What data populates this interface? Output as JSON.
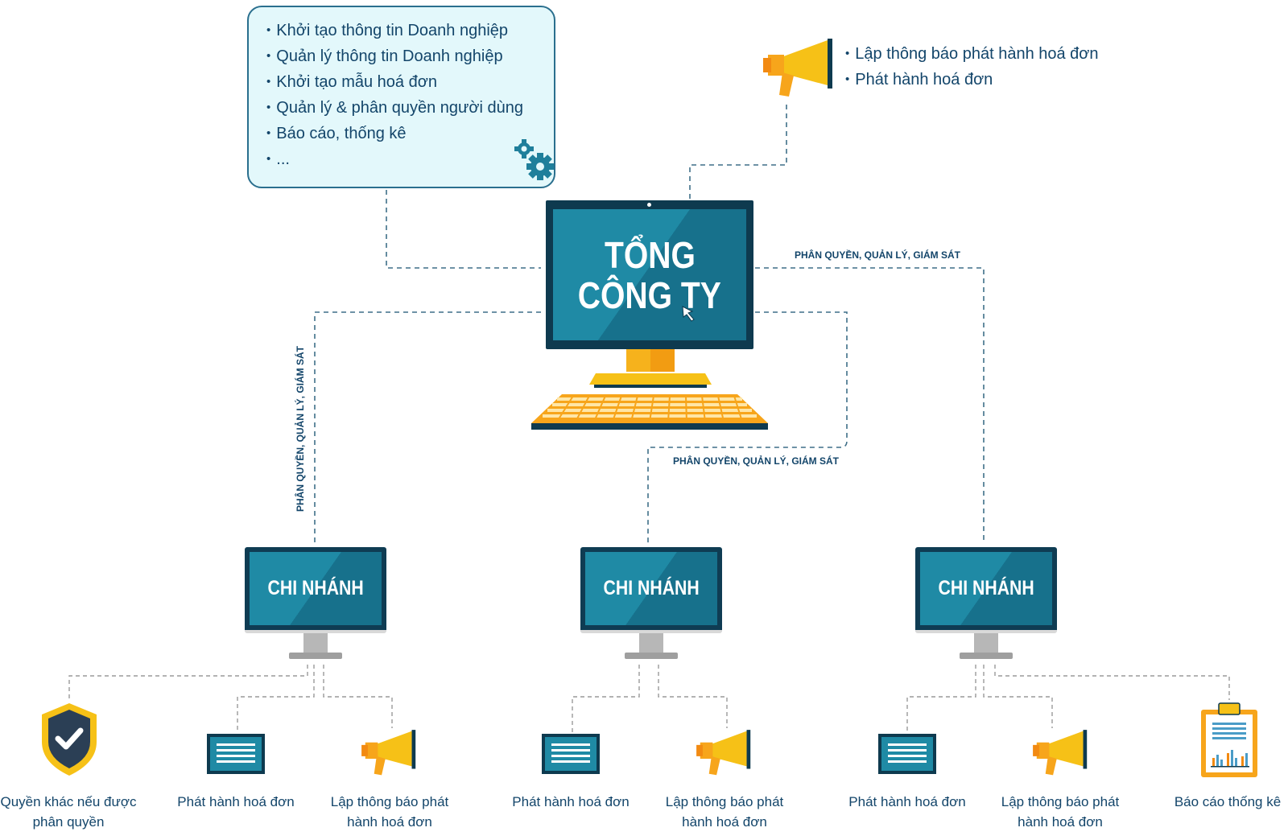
{
  "headquarters": {
    "title_line1": "TỔNG",
    "title_line2": "CÔNG TY"
  },
  "features": {
    "items": [
      "Khởi tạo thông tin Doanh nghiệp",
      "Quản lý thông tin Doanh nghiệp",
      "Khởi tạo mẫu hoá đơn",
      "Quản lý & phân quyền người dùng",
      "Báo cáo, thống kê",
      "..."
    ],
    "icon": "gears-icon"
  },
  "announcements": {
    "items": [
      "Lập thông báo phát hành hoá đơn",
      "Phát hành hoá đơn"
    ],
    "icon": "megaphone-icon"
  },
  "edge_labels": {
    "right": "PHÂN QUYỀN, QUẢN LÝ, GIÁM SÁT",
    "left": "PHÂN QUYỀN, QUẢN LÝ, GIÁM SÁT",
    "center": "PHÂN QUYỀN, QUẢN LÝ, GIÁM SÁT"
  },
  "branches": [
    {
      "title": "CHI NHÁNH",
      "leaves": [
        {
          "label": "Quyền khác nếu được phân quyền",
          "icon": "shield-check-icon"
        },
        {
          "label": "Phát hành hoá đơn",
          "icon": "document-icon"
        },
        {
          "label": "Lập thông báo phát hành hoá đơn",
          "icon": "megaphone-icon"
        }
      ]
    },
    {
      "title": "CHI NHÁNH",
      "leaves": [
        {
          "label": "Phát hành hoá đơn",
          "icon": "document-icon"
        },
        {
          "label": "Lập thông báo phát hành hoá đơn",
          "icon": "megaphone-icon"
        }
      ]
    },
    {
      "title": "CHI NHÁNH",
      "leaves": [
        {
          "label": "Phát hành hoá đơn",
          "icon": "document-icon"
        },
        {
          "label": "Lập thông báo phát hành hoá đơn",
          "icon": "megaphone-icon"
        },
        {
          "label": "Báo cáo thống kê",
          "icon": "report-clipboard-icon"
        }
      ]
    }
  ],
  "colors": {
    "navy": "#0e3a4f",
    "teal": "#1f8aa5",
    "text": "#13456a",
    "orange": "#f7a51b",
    "yellow": "#f6c117"
  }
}
